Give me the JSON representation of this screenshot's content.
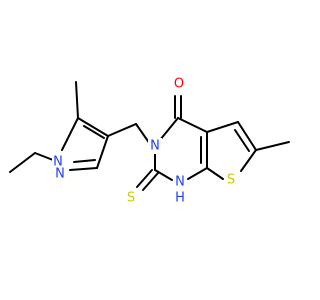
{
  "molecule": {
    "atoms": [
      {
        "id": "N1",
        "label": "N",
        "color": "#1f3fff"
      },
      {
        "id": "N2",
        "label": "N",
        "color": "#1f3fff"
      },
      {
        "id": "N3",
        "label": "N",
        "color": "#1f3fff"
      },
      {
        "id": "NH",
        "label": "N",
        "color": "#1f3fff"
      },
      {
        "id": "H",
        "label": "H",
        "color": "#1f3fff"
      },
      {
        "id": "O",
        "label": "O",
        "color": "#ff0000"
      },
      {
        "id": "S_thione",
        "label": "S",
        "color": "#cccc00"
      },
      {
        "id": "S_ring",
        "label": "S",
        "color": "#cccc00"
      }
    ]
  }
}
